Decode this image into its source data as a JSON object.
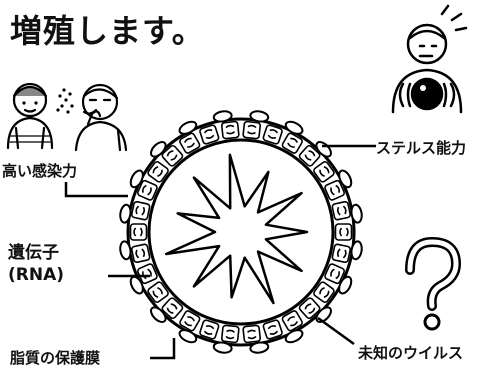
{
  "title": "増殖します。",
  "labels": {
    "infectivity": "高い感染力",
    "gene": "遺伝子",
    "gene_sub": "(RNA)",
    "membrane": "脂質の保護膜",
    "stealth": "ステルス能力",
    "unknown": "未知のウイルス"
  },
  "icons": {
    "question": "?"
  }
}
